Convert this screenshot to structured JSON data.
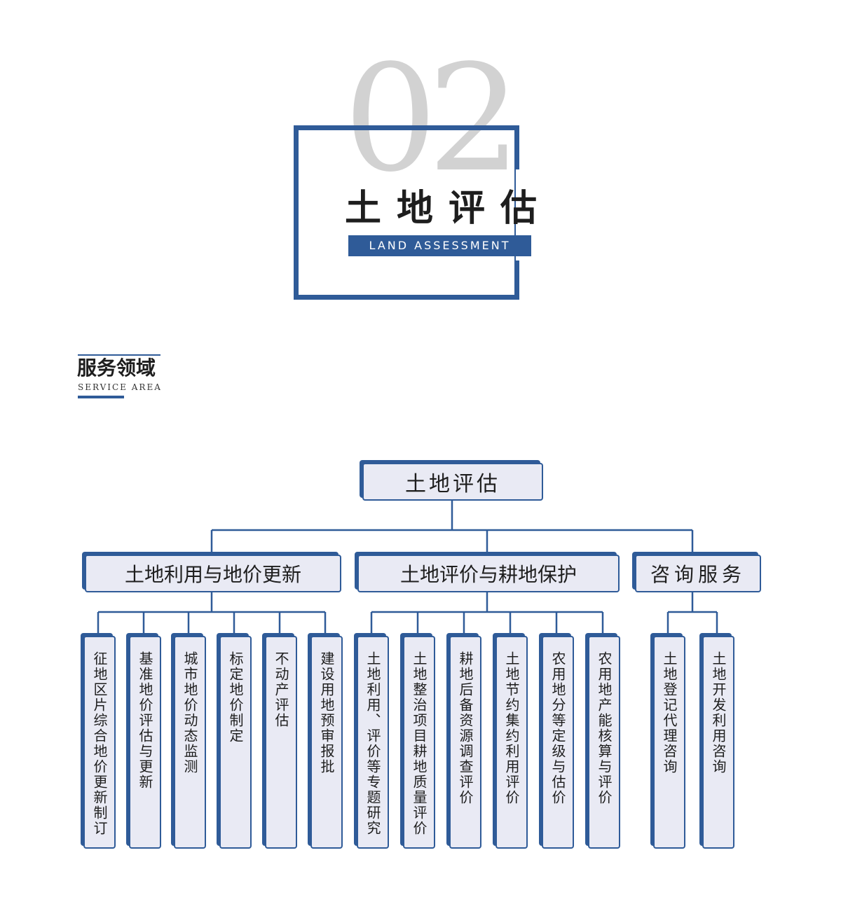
{
  "header": {
    "number": "02",
    "title": "土地评估",
    "subtitle": "LAND ASSESSMENT"
  },
  "section": {
    "title": "服务领域",
    "subtitle": "SERVICE AREA"
  },
  "colors": {
    "accent": "#2f5b98",
    "node_fill": "#e9eaf4",
    "number_gray": "#d2d2d2",
    "text": "#1e1e1e"
  },
  "tree": {
    "root": "土地评估",
    "branches": [
      {
        "label": "土地利用与地价更新",
        "children": [
          "征地区片综合地价更新制订",
          "基准地价评估与更新",
          "城市地价动态监测",
          "标定地价制定",
          "不动产评估",
          "建设用地预审报批"
        ]
      },
      {
        "label": "土地评价与耕地保护",
        "children": [
          "土地利用、评价等专题研究",
          "土地整治项目耕地质量评价",
          "耕地后备资源调查评价",
          "土地节约集约利用评价",
          "农用地分等定级与估价",
          "农用地产能核算与评价"
        ]
      },
      {
        "label": "咨询服务",
        "children": [
          "土地登记代理咨询",
          "土地开发利用咨询"
        ]
      }
    ]
  }
}
